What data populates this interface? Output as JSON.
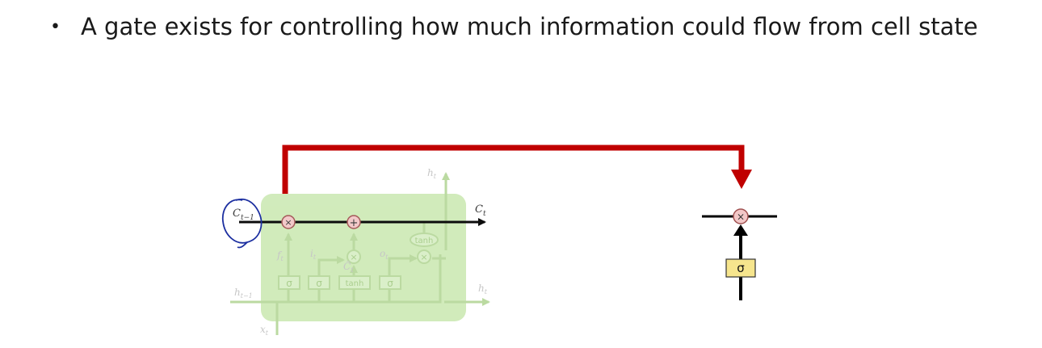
{
  "slide": {
    "bullet_symbol": "•",
    "bullet_text": "A gate exists for controlling how much information could flow from cell state"
  },
  "lstm_cell": {
    "cell_input_label": "C",
    "cell_input_sub": "t−1",
    "cell_output_label": "C",
    "cell_output_sub": "t",
    "hidden_output_top_label": "h",
    "hidden_output_top_sub": "t",
    "hidden_input_label": "h",
    "hidden_input_sub": "t−1",
    "hidden_output_right_label": "h",
    "hidden_output_right_sub": "t",
    "input_label": "x",
    "input_sub": "t",
    "forget_label": "f",
    "forget_sub": "t",
    "input_gate_label": "i",
    "input_gate_sub": "t",
    "candidate_label": "C̃",
    "candidate_sub": "t",
    "output_gate_label": "o",
    "output_gate_sub": "t",
    "multiply_symbol": "×",
    "add_symbol": "+",
    "sigmoid_symbol": "σ",
    "tanh_label": "tanh"
  },
  "gate_detail": {
    "multiply_symbol": "×",
    "sigmoid_symbol": "σ"
  },
  "colors": {
    "cell_fill": "#c9e8b1",
    "arrow_red": "#c00000",
    "pointwise_fill": "#f2c7c7",
    "sigma_fill": "#f6e58d"
  }
}
